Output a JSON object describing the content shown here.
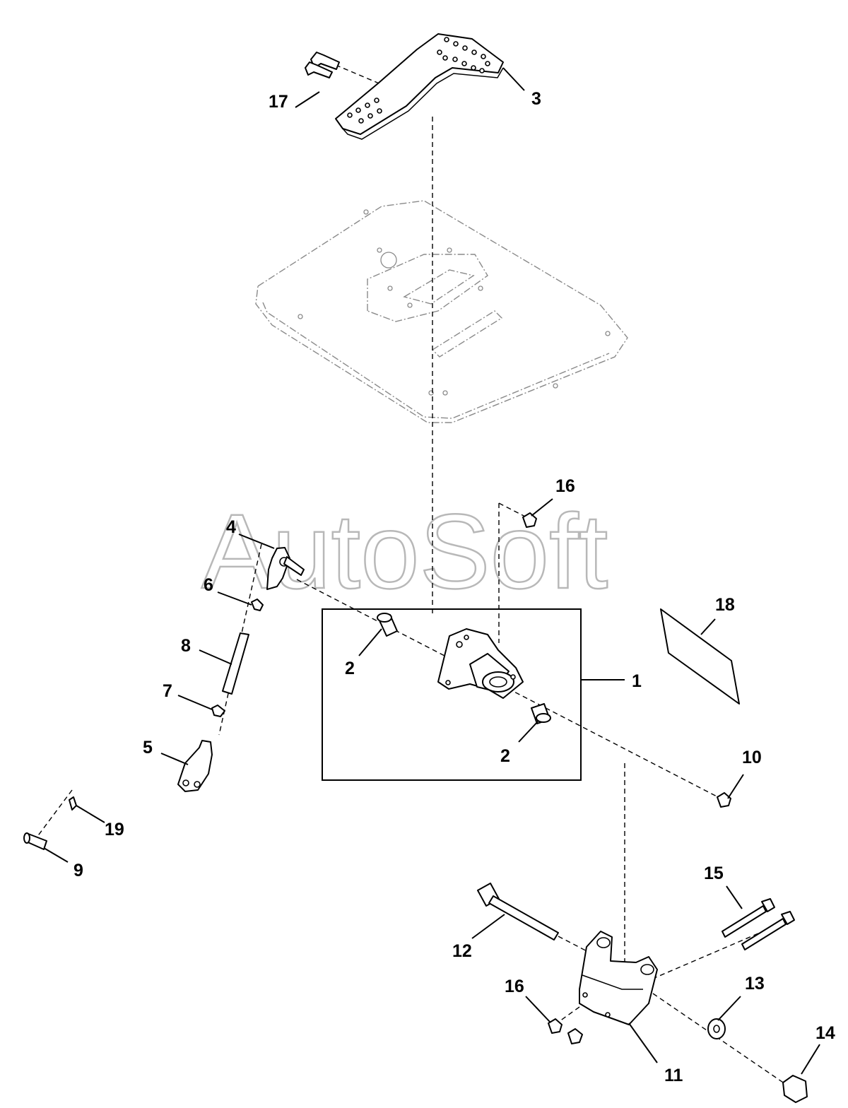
{
  "watermark": {
    "text": "AutoSoft"
  },
  "callouts": [
    {
      "id": "1",
      "label": "1"
    },
    {
      "id": "2a",
      "label": "2"
    },
    {
      "id": "2b",
      "label": "2"
    },
    {
      "id": "3",
      "label": "3"
    },
    {
      "id": "4",
      "label": "4"
    },
    {
      "id": "5",
      "label": "5"
    },
    {
      "id": "6",
      "label": "6"
    },
    {
      "id": "7",
      "label": "7"
    },
    {
      "id": "8",
      "label": "8"
    },
    {
      "id": "9",
      "label": "9"
    },
    {
      "id": "10",
      "label": "10"
    },
    {
      "id": "11",
      "label": "11"
    },
    {
      "id": "12",
      "label": "12"
    },
    {
      "id": "13",
      "label": "13"
    },
    {
      "id": "14",
      "label": "14"
    },
    {
      "id": "15",
      "label": "15"
    },
    {
      "id": "16a",
      "label": "16"
    },
    {
      "id": "16b",
      "label": "16"
    },
    {
      "id": "17",
      "label": "17"
    },
    {
      "id": "18",
      "label": "18"
    },
    {
      "id": "19",
      "label": "19"
    }
  ]
}
